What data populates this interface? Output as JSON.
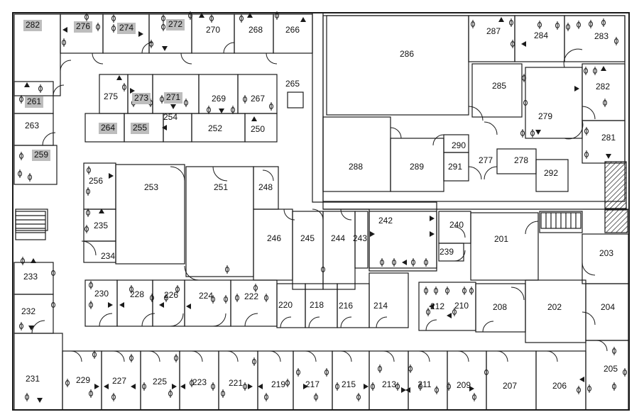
{
  "rooms": [
    {
      "id": "r282a",
      "label": "282",
      "highlight": true
    },
    {
      "id": "r276",
      "label": "276",
      "highlight": true
    },
    {
      "id": "r274",
      "label": "274",
      "highlight": true
    },
    {
      "id": "r272",
      "label": "272",
      "highlight": true
    },
    {
      "id": "r270",
      "label": "270",
      "highlight": false
    },
    {
      "id": "r268",
      "label": "268",
      "highlight": false
    },
    {
      "id": "r266",
      "label": "266",
      "highlight": false
    },
    {
      "id": "r265",
      "label": "265",
      "highlight": false
    },
    {
      "id": "r286",
      "label": "286",
      "highlight": false
    },
    {
      "id": "r287",
      "label": "287",
      "highlight": false
    },
    {
      "id": "r284",
      "label": "284",
      "highlight": false
    },
    {
      "id": "r283",
      "label": "283",
      "highlight": false
    },
    {
      "id": "r285",
      "label": "285",
      "highlight": false
    },
    {
      "id": "r282b",
      "label": "282",
      "highlight": false
    },
    {
      "id": "r279",
      "label": "279",
      "highlight": false
    },
    {
      "id": "r281",
      "label": "281",
      "highlight": false
    },
    {
      "id": "r261",
      "label": "261",
      "highlight": true
    },
    {
      "id": "r275",
      "label": "275",
      "highlight": false
    },
    {
      "id": "r273",
      "label": "273",
      "highlight": true
    },
    {
      "id": "r271",
      "label": "271",
      "highlight": true
    },
    {
      "id": "r269",
      "label": "269",
      "highlight": false
    },
    {
      "id": "r267",
      "label": "267",
      "highlight": false
    },
    {
      "id": "r263",
      "label": "263",
      "highlight": false
    },
    {
      "id": "r264",
      "label": "264",
      "highlight": true
    },
    {
      "id": "r255",
      "label": "255",
      "highlight": true
    },
    {
      "id": "r254",
      "label": "254",
      "highlight": false
    },
    {
      "id": "r252",
      "label": "252",
      "highlight": false
    },
    {
      "id": "r250",
      "label": "250",
      "highlight": false
    },
    {
      "id": "r290",
      "label": "290",
      "highlight": false
    },
    {
      "id": "r277",
      "label": "277",
      "highlight": false
    },
    {
      "id": "r278",
      "label": "278",
      "highlight": false
    },
    {
      "id": "r291",
      "label": "291",
      "highlight": false
    },
    {
      "id": "r292",
      "label": "292",
      "highlight": false
    },
    {
      "id": "r259",
      "label": "259",
      "highlight": true
    },
    {
      "id": "r288",
      "label": "288",
      "highlight": false
    },
    {
      "id": "r289",
      "label": "289",
      "highlight": false
    },
    {
      "id": "r256",
      "label": "256",
      "highlight": false
    },
    {
      "id": "r253",
      "label": "253",
      "highlight": false
    },
    {
      "id": "r251",
      "label": "251",
      "highlight": false
    },
    {
      "id": "r248",
      "label": "248",
      "highlight": false
    },
    {
      "id": "r242",
      "label": "242",
      "highlight": false
    },
    {
      "id": "r240",
      "label": "240",
      "highlight": false
    },
    {
      "id": "r246",
      "label": "246",
      "highlight": false
    },
    {
      "id": "r245",
      "label": "245",
      "highlight": false
    },
    {
      "id": "r244",
      "label": "244",
      "highlight": false
    },
    {
      "id": "r243",
      "label": "243",
      "highlight": false
    },
    {
      "id": "r235",
      "label": "235",
      "highlight": false
    },
    {
      "id": "r234",
      "label": "234",
      "highlight": false
    },
    {
      "id": "r239",
      "label": "239",
      "highlight": false
    },
    {
      "id": "r201",
      "label": "201",
      "highlight": false
    },
    {
      "id": "r203",
      "label": "203",
      "highlight": false
    },
    {
      "id": "r233",
      "label": "233",
      "highlight": false
    },
    {
      "id": "r230",
      "label": "230",
      "highlight": false
    },
    {
      "id": "r228",
      "label": "228",
      "highlight": false
    },
    {
      "id": "r226",
      "label": "226",
      "highlight": false
    },
    {
      "id": "r224",
      "label": "224",
      "highlight": false
    },
    {
      "id": "r222",
      "label": "222",
      "highlight": false
    },
    {
      "id": "r220",
      "label": "220",
      "highlight": false
    },
    {
      "id": "r218",
      "label": "218",
      "highlight": false
    },
    {
      "id": "r216",
      "label": "216",
      "highlight": false
    },
    {
      "id": "r214",
      "label": "214",
      "highlight": false
    },
    {
      "id": "r212",
      "label": "212",
      "highlight": false
    },
    {
      "id": "r210",
      "label": "210",
      "highlight": false
    },
    {
      "id": "r208",
      "label": "208",
      "highlight": false
    },
    {
      "id": "r202",
      "label": "202",
      "highlight": false
    },
    {
      "id": "r204",
      "label": "204",
      "highlight": false
    },
    {
      "id": "r232",
      "label": "232",
      "highlight": false
    },
    {
      "id": "r231",
      "label": "231",
      "highlight": false
    },
    {
      "id": "r229",
      "label": "229",
      "highlight": false
    },
    {
      "id": "r227",
      "label": "227",
      "highlight": false
    },
    {
      "id": "r225",
      "label": "225",
      "highlight": false
    },
    {
      "id": "r223",
      "label": "223",
      "highlight": false
    },
    {
      "id": "r221",
      "label": "221",
      "highlight": false
    },
    {
      "id": "r219",
      "label": "219",
      "highlight": false
    },
    {
      "id": "r217",
      "label": "217",
      "highlight": false
    },
    {
      "id": "r215",
      "label": "215",
      "highlight": false
    },
    {
      "id": "r213",
      "label": "213",
      "highlight": false
    },
    {
      "id": "r211",
      "label": "211",
      "highlight": false
    },
    {
      "id": "r209",
      "label": "209",
      "highlight": false
    },
    {
      "id": "r207",
      "label": "207",
      "highlight": false
    },
    {
      "id": "r206",
      "label": "206",
      "highlight": false
    },
    {
      "id": "r205",
      "label": "205",
      "highlight": false
    }
  ],
  "colors": {
    "line": "#1a1a1a",
    "highlight": "#bdbdbd",
    "background": "#ffffff"
  }
}
